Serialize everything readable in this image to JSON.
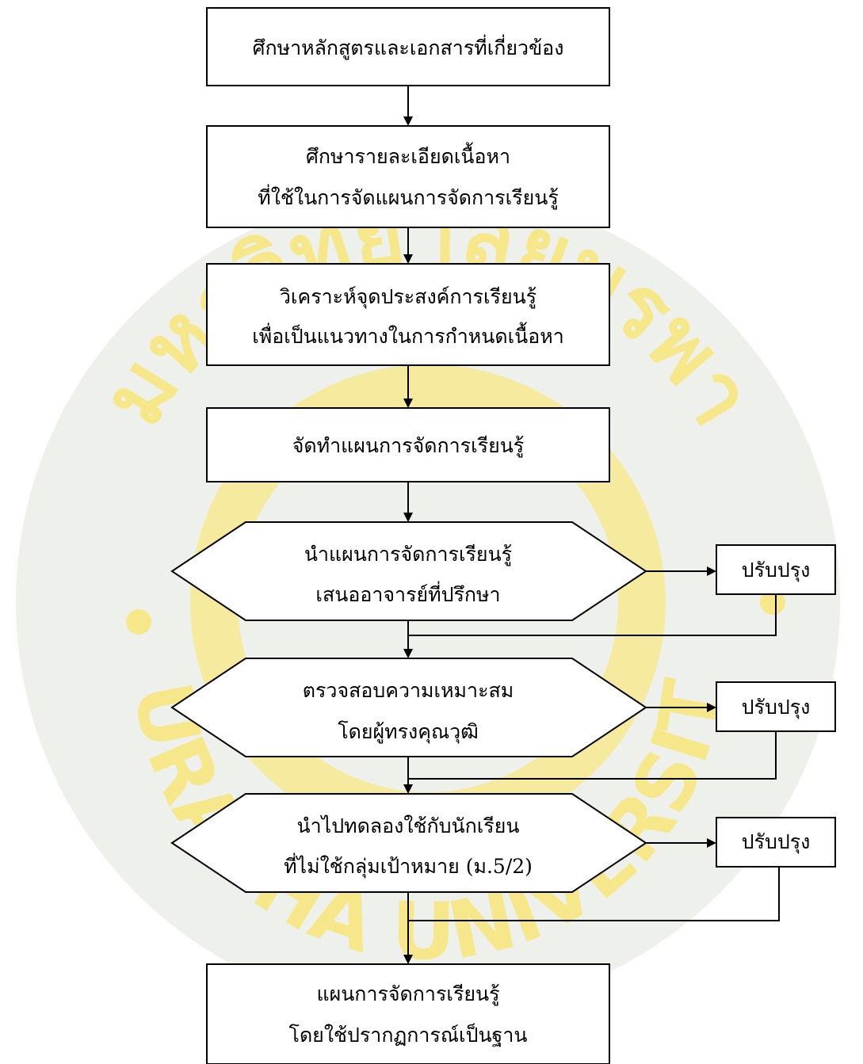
{
  "watermark": {
    "top_text": "มหาวิทยาลัยบูรพา",
    "bottom_text": "BURAPHA UNIVERSITY",
    "color": "#f6e88a",
    "bg_color": "#eef0ec"
  },
  "steps": [
    {
      "id": "step1",
      "shape": "rect",
      "lines": [
        "ศึกษาหลักสูตรและเอกสารที่เกี่ยวข้อง"
      ]
    },
    {
      "id": "step2",
      "shape": "rect",
      "lines": [
        "ศึกษารายละเอียดเนื้อหา",
        "ที่ใช้ในการจัดแผนการจัดการเรียนรู้"
      ]
    },
    {
      "id": "step3",
      "shape": "rect",
      "lines": [
        "วิเคราะห์จุดประสงค์การเรียนรู้",
        "เพื่อเป็นแนวทางในการกำหนดเนื้อหา"
      ]
    },
    {
      "id": "step4",
      "shape": "rect",
      "lines": [
        "จัดทำแผนการจัดการเรียนรู้"
      ]
    },
    {
      "id": "step5",
      "shape": "hexagon",
      "lines": [
        "นำแผนการจัดการเรียนรู้",
        "เสนออาจารย์ที่ปรึกษา"
      ],
      "revise": "ปรับปรุง"
    },
    {
      "id": "step6",
      "shape": "hexagon",
      "lines": [
        "ตรวจสอบความเหมาะสม",
        "โดยผู้ทรงคุณวุฒิ"
      ],
      "revise": "ปรับปรุง"
    },
    {
      "id": "step7",
      "shape": "hexagon",
      "lines": [
        "นำไปทดลองใช้กับนักเรียน",
        "ที่ไม่ใช้กลุ่มเป้าหมาย (ม.5/2)"
      ],
      "revise": "ปรับปรุง"
    },
    {
      "id": "step8",
      "shape": "rect",
      "lines": [
        "แผนการจัดการเรียนรู้",
        "โดยใช้ปรากฏการณ์เป็นฐาน"
      ]
    }
  ]
}
